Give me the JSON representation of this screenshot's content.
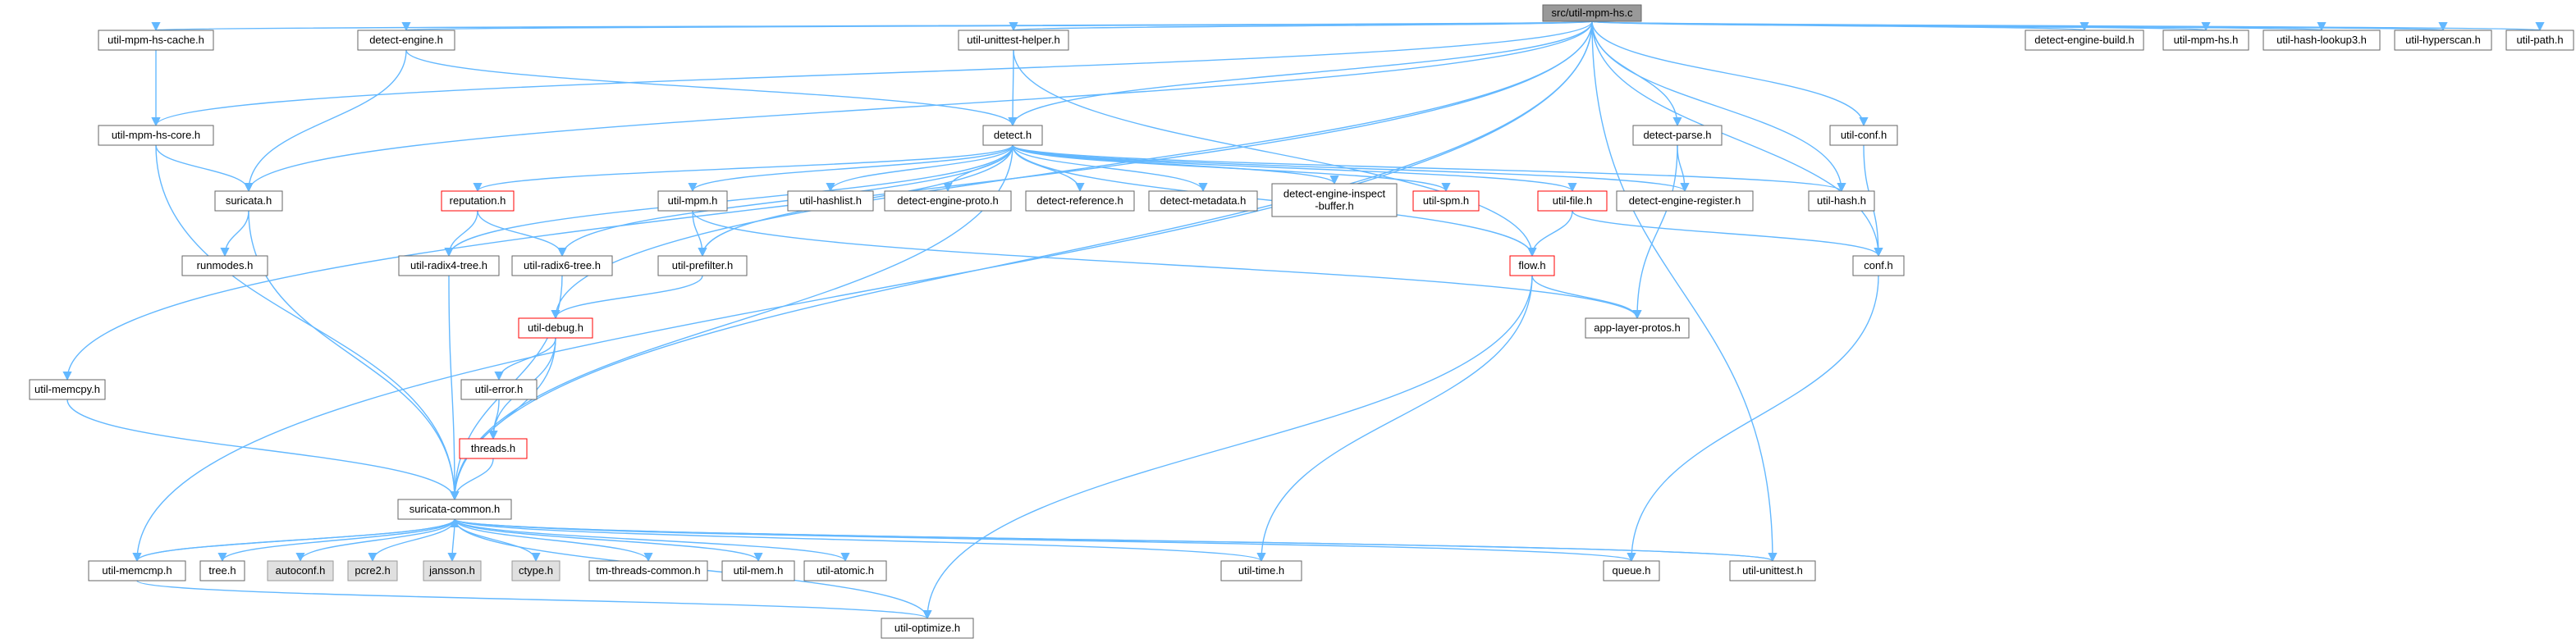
{
  "title": "src/util-mpm-hs.c",
  "colors": {
    "edge": "#63b8ff",
    "box_border": "#666666",
    "box_fill": "#ffffff",
    "root_fill": "#999999",
    "root_border": "#666666",
    "system_fill": "#e0e0e0",
    "system_border": "#999999",
    "truncated_border": "#ff0000"
  },
  "nodes": {
    "root": {
      "label": "src/util-mpm-hs.c",
      "kind": "root"
    },
    "hscache": {
      "label": "util-mpm-hs-cache.h",
      "kind": "normal"
    },
    "detengine": {
      "label": "detect-engine.h",
      "kind": "normal"
    },
    "unittesthelper": {
      "label": "util-unittest-helper.h",
      "kind": "normal"
    },
    "debuild": {
      "label": "detect-engine-build.h",
      "kind": "normal"
    },
    "mpmhs": {
      "label": "util-mpm-hs.h",
      "kind": "normal"
    },
    "hashlookup3": {
      "label": "util-hash-lookup3.h",
      "kind": "normal"
    },
    "hyperscan": {
      "label": "util-hyperscan.h",
      "kind": "normal"
    },
    "path": {
      "label": "util-path.h",
      "kind": "normal"
    },
    "hscore": {
      "label": "util-mpm-hs-core.h",
      "kind": "normal"
    },
    "detect": {
      "label": "detect.h",
      "kind": "normal"
    },
    "detparse": {
      "label": "detect-parse.h",
      "kind": "normal"
    },
    "utilconf": {
      "label": "util-conf.h",
      "kind": "normal"
    },
    "suricata": {
      "label": "suricata.h",
      "kind": "normal"
    },
    "reputation": {
      "label": "reputation.h",
      "kind": "truncated"
    },
    "utilmpm": {
      "label": "util-mpm.h",
      "kind": "normal"
    },
    "hashlist": {
      "label": "util-hashlist.h",
      "kind": "normal"
    },
    "deproto": {
      "label": "detect-engine-proto.h",
      "kind": "normal"
    },
    "detref": {
      "label": "detect-reference.h",
      "kind": "normal"
    },
    "detmeta": {
      "label": "detect-metadata.h",
      "kind": "normal"
    },
    "deinspect": {
      "label": "detect-engine-inspect\n-buffer.h",
      "kind": "normal"
    },
    "spm": {
      "label": "util-spm.h",
      "kind": "truncated"
    },
    "utilfile": {
      "label": "util-file.h",
      "kind": "truncated"
    },
    "dereg": {
      "label": "detect-engine-register.h",
      "kind": "normal"
    },
    "hash": {
      "label": "util-hash.h",
      "kind": "normal"
    },
    "runmodes": {
      "label": "runmodes.h",
      "kind": "normal"
    },
    "radix4": {
      "label": "util-radix4-tree.h",
      "kind": "normal"
    },
    "radix6": {
      "label": "util-radix6-tree.h",
      "kind": "normal"
    },
    "prefilter": {
      "label": "util-prefilter.h",
      "kind": "normal"
    },
    "flow": {
      "label": "flow.h",
      "kind": "truncated"
    },
    "conf": {
      "label": "conf.h",
      "kind": "normal"
    },
    "applayer": {
      "label": "app-layer-protos.h",
      "kind": "normal"
    },
    "debug": {
      "label": "util-debug.h",
      "kind": "truncated"
    },
    "memcpy": {
      "label": "util-memcpy.h",
      "kind": "normal"
    },
    "error": {
      "label": "util-error.h",
      "kind": "normal"
    },
    "threads": {
      "label": "threads.h",
      "kind": "truncated"
    },
    "common": {
      "label": "suricata-common.h",
      "kind": "normal"
    },
    "memcmp": {
      "label": "util-memcmp.h",
      "kind": "normal"
    },
    "tree": {
      "label": "tree.h",
      "kind": "normal"
    },
    "autoconf": {
      "label": "autoconf.h",
      "kind": "system"
    },
    "pcre2": {
      "label": "pcre2.h",
      "kind": "system"
    },
    "jansson": {
      "label": "jansson.h",
      "kind": "system"
    },
    "ctype": {
      "label": "ctype.h",
      "kind": "system"
    },
    "tmthreads": {
      "label": "tm-threads-common.h",
      "kind": "normal"
    },
    "mem": {
      "label": "util-mem.h",
      "kind": "normal"
    },
    "atomic": {
      "label": "util-atomic.h",
      "kind": "normal"
    },
    "time": {
      "label": "util-time.h",
      "kind": "normal"
    },
    "queue": {
      "label": "queue.h",
      "kind": "normal"
    },
    "unittest": {
      "label": "util-unittest.h",
      "kind": "normal"
    },
    "optimize": {
      "label": "util-optimize.h",
      "kind": "normal"
    }
  },
  "edges": [
    [
      "root",
      "hscache"
    ],
    [
      "root",
      "hscore"
    ],
    [
      "root",
      "detengine"
    ],
    [
      "root",
      "suricata"
    ],
    [
      "root",
      "common"
    ],
    [
      "root",
      "debug"
    ],
    [
      "root",
      "memcmp"
    ],
    [
      "root",
      "memcpy"
    ],
    [
      "root",
      "unittesthelper"
    ],
    [
      "root",
      "detect"
    ],
    [
      "root",
      "detparse"
    ],
    [
      "root",
      "hash"
    ],
    [
      "root",
      "utilconf"
    ],
    [
      "root",
      "conf"
    ],
    [
      "root",
      "unittest"
    ],
    [
      "root",
      "debuild"
    ],
    [
      "root",
      "mpmhs"
    ],
    [
      "root",
      "hashlookup3"
    ],
    [
      "root",
      "hyperscan"
    ],
    [
      "root",
      "path"
    ],
    [
      "hscache",
      "hscore"
    ],
    [
      "hscore",
      "suricata"
    ],
    [
      "hscore",
      "common"
    ],
    [
      "detengine",
      "suricata"
    ],
    [
      "detengine",
      "detect"
    ],
    [
      "unittesthelper",
      "detect"
    ],
    [
      "unittesthelper",
      "flow"
    ],
    [
      "suricata",
      "runmodes"
    ],
    [
      "suricata",
      "common"
    ],
    [
      "detect",
      "reputation"
    ],
    [
      "detect",
      "radix4"
    ],
    [
      "detect",
      "radix6"
    ],
    [
      "detect",
      "common"
    ],
    [
      "detect",
      "utilmpm"
    ],
    [
      "detect",
      "prefilter"
    ],
    [
      "detect",
      "hashlist"
    ],
    [
      "detect",
      "deproto"
    ],
    [
      "detect",
      "detref"
    ],
    [
      "detect",
      "detmeta"
    ],
    [
      "detect",
      "deinspect"
    ],
    [
      "detect",
      "spm"
    ],
    [
      "detect",
      "utilfile"
    ],
    [
      "detect",
      "flow"
    ],
    [
      "detect",
      "dereg"
    ],
    [
      "detect",
      "hash"
    ],
    [
      "reputation",
      "radix4"
    ],
    [
      "reputation",
      "radix6"
    ],
    [
      "utilmpm",
      "prefilter"
    ],
    [
      "utilmpm",
      "applayer"
    ],
    [
      "radix4",
      "common"
    ],
    [
      "radix6",
      "common"
    ],
    [
      "prefilter",
      "debug"
    ],
    [
      "utilfile",
      "flow"
    ],
    [
      "utilfile",
      "conf"
    ],
    [
      "flow",
      "applayer"
    ],
    [
      "flow",
      "time"
    ],
    [
      "flow",
      "optimize"
    ],
    [
      "detparse",
      "dereg"
    ],
    [
      "detparse",
      "applayer"
    ],
    [
      "utilconf",
      "conf"
    ],
    [
      "conf",
      "queue"
    ],
    [
      "debug",
      "error"
    ],
    [
      "debug",
      "threads"
    ],
    [
      "debug",
      "common"
    ],
    [
      "error",
      "threads"
    ],
    [
      "threads",
      "common"
    ],
    [
      "memcpy",
      "common"
    ],
    [
      "common",
      "memcmp"
    ],
    [
      "common",
      "tree"
    ],
    [
      "common",
      "autoconf"
    ],
    [
      "common",
      "pcre2"
    ],
    [
      "common",
      "jansson"
    ],
    [
      "common",
      "ctype"
    ],
    [
      "common",
      "tmthreads"
    ],
    [
      "common",
      "mem"
    ],
    [
      "common",
      "atomic"
    ],
    [
      "common",
      "time"
    ],
    [
      "common",
      "queue"
    ],
    [
      "common",
      "unittest"
    ],
    [
      "common",
      "optimize"
    ],
    [
      "memcmp",
      "optimize"
    ],
    [
      "memcmp",
      "common"
    ],
    [
      "unittest",
      "common"
    ]
  ]
}
